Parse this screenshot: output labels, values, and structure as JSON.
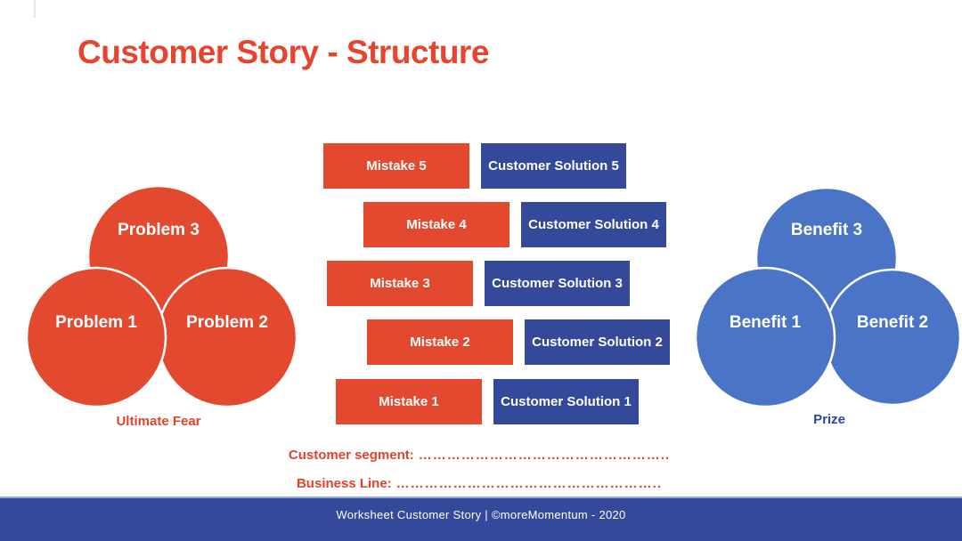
{
  "slide": {
    "title": "Customer Story - Structure"
  },
  "left_venn": {
    "caption": "Ultimate Fear",
    "circles": [
      {
        "label": "Problem 3"
      },
      {
        "label": "Problem 1"
      },
      {
        "label": "Problem 2"
      }
    ]
  },
  "right_venn": {
    "caption": "Prize",
    "circles": [
      {
        "label": "Benefit 3"
      },
      {
        "label": "Benefit 1"
      },
      {
        "label": "Benefit 2"
      }
    ]
  },
  "matrix_rows": [
    {
      "mistake": "Mistake 5",
      "solution": "Customer Solution 5"
    },
    {
      "mistake": "Mistake 4",
      "solution": "Customer Solution 4"
    },
    {
      "mistake": "Mistake 3",
      "solution": "Customer Solution 3"
    },
    {
      "mistake": "Mistake 2",
      "solution": "Customer Solution 2"
    },
    {
      "mistake": "Mistake 1",
      "solution": "Customer Solution 1"
    }
  ],
  "fields": [
    {
      "label": "Customer segment:",
      "dots": "…………………………………………….."
    },
    {
      "label": "Business Line:",
      "dots": "……………………………………………….."
    }
  ],
  "footer": {
    "text": "Worksheet Customer Story | ©moreMomentum - 2020"
  },
  "colors": {
    "title_red": "#E8432C",
    "shape_red": "#E2492F",
    "solution_blue": "#35499B",
    "benefit_blue": "#4A75C7",
    "caption_blue": "#30459C",
    "footer_blue": "#35499B",
    "text_white": "#FFFFFF"
  }
}
